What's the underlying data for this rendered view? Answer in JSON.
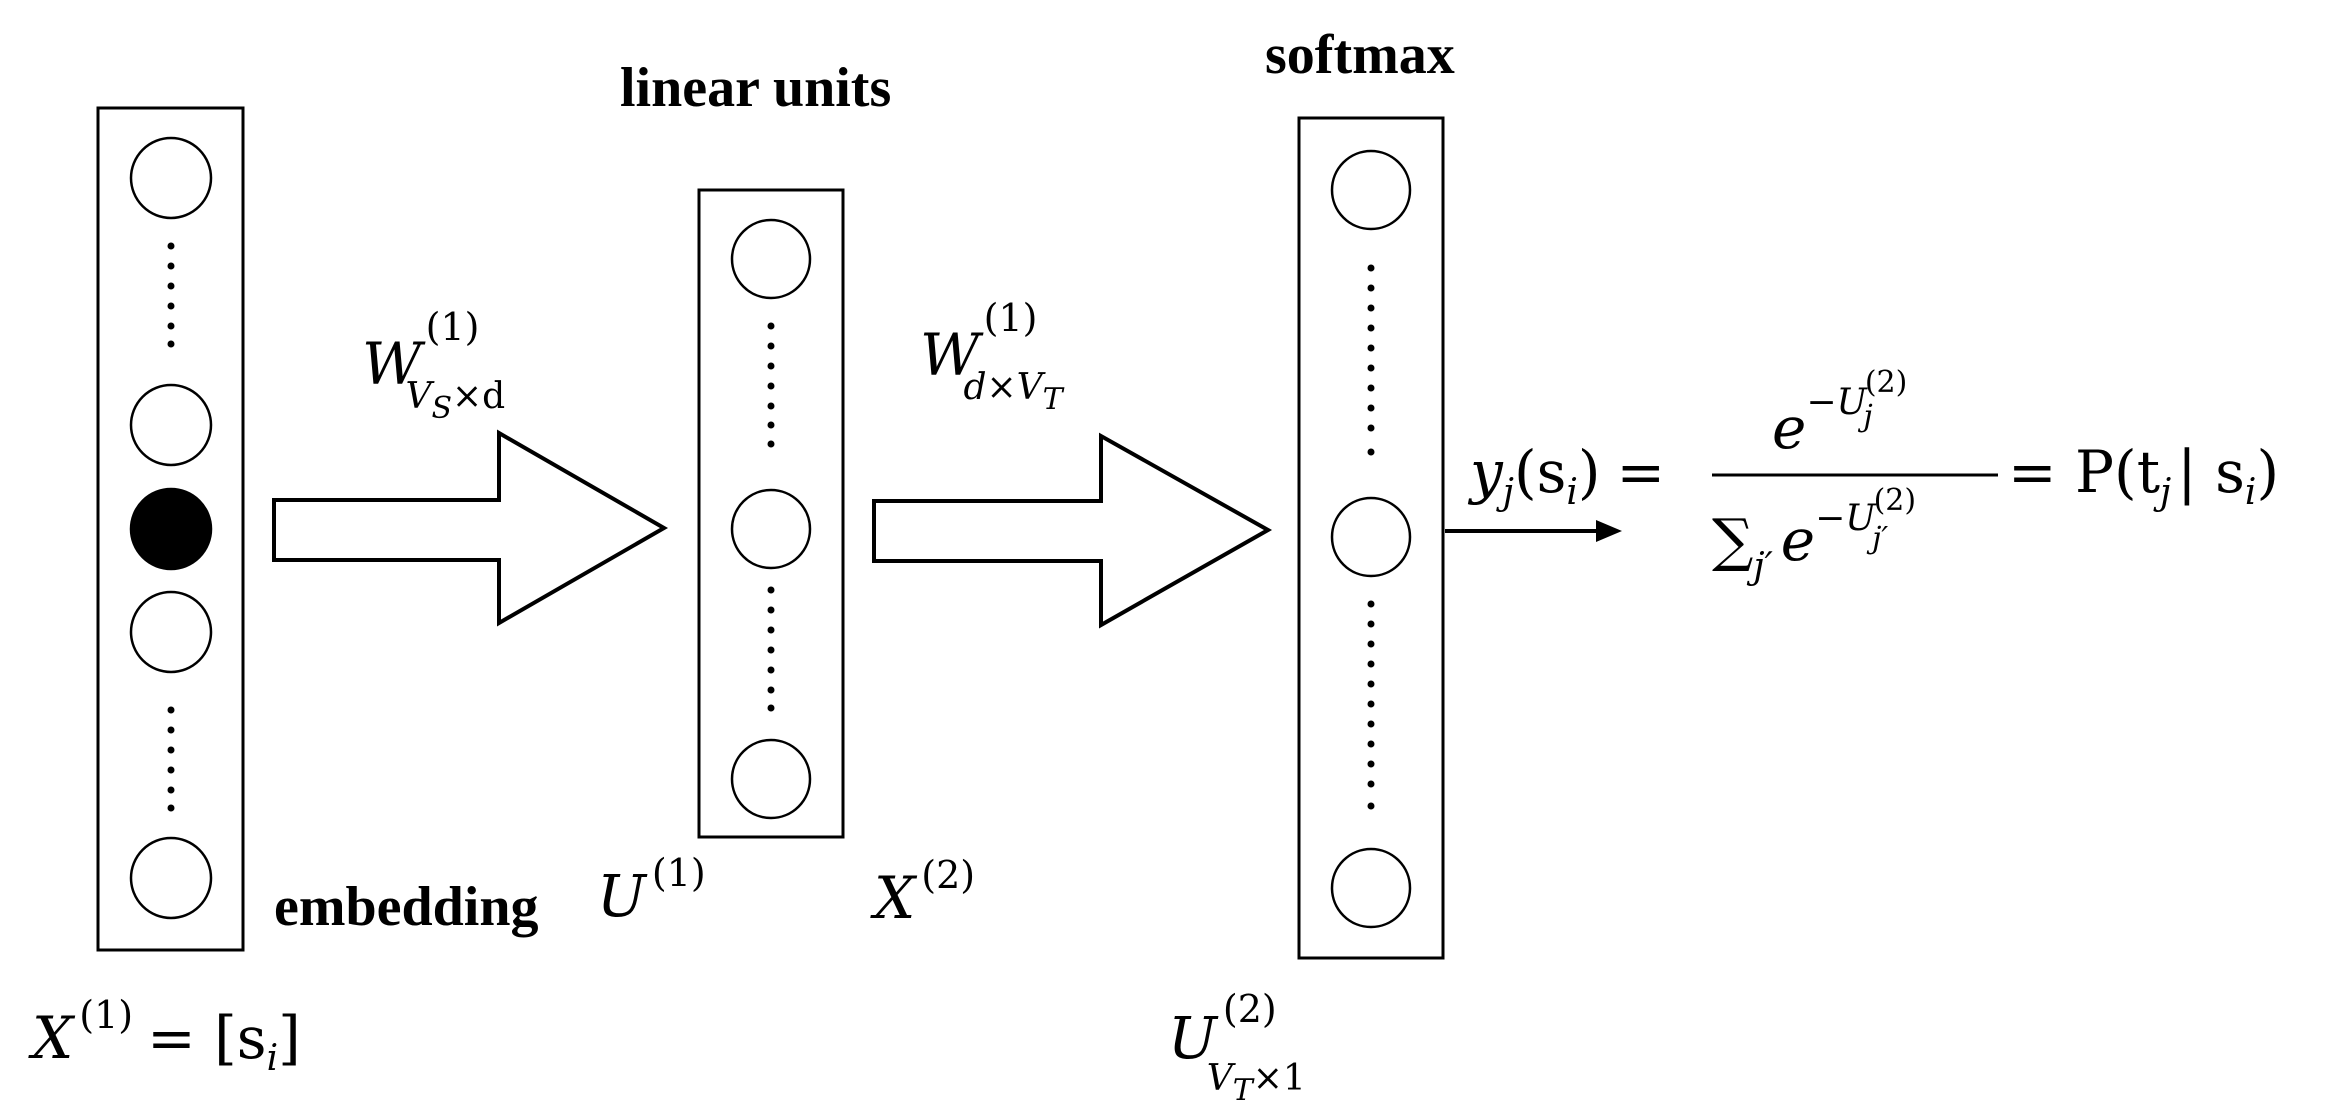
{
  "labels": {
    "embedding": "embedding",
    "linear_units": "linear units",
    "softmax": "softmax"
  },
  "math": {
    "x1_eq": {
      "base": "X",
      "sup": "(1)",
      "rest": "= [s",
      "sub": "i",
      "close": "]"
    },
    "w1": {
      "base": "W",
      "sup": "(1)",
      "sub_main": "V",
      "sub_sub": "S",
      "sub_rest": "×d"
    },
    "w2": {
      "base": "W",
      "sup": "(1)",
      "sub_main": "d×V",
      "sub_sub": "T"
    },
    "u1": {
      "base": "U",
      "sup": "(1)"
    },
    "x2": {
      "base": "X",
      "sup": "(2)"
    },
    "u2": {
      "base": "U",
      "sup": "(2)",
      "sub_main": "V",
      "sub_sub": "T",
      "sub_rest": "×1"
    },
    "formula": {
      "lhs_y": "y",
      "lhs_j": "j",
      "lhs_s": "(s",
      "lhs_i": "i",
      "lhs_close": ")",
      "eq": "=",
      "num_e": "e",
      "num_exp": "−U",
      "num_exp_sub": "j",
      "num_exp_sup": "(2)",
      "den_sum": "∑",
      "den_sub": "j′",
      "den_e": "e",
      "den_exp": "−U",
      "den_exp_sub": "j′",
      "den_exp_sup": "(2)",
      "rhs": "= P(t",
      "rhs_j": "j",
      "rhs_bar": "| s",
      "rhs_i": "i",
      "rhs_close": ")"
    }
  }
}
